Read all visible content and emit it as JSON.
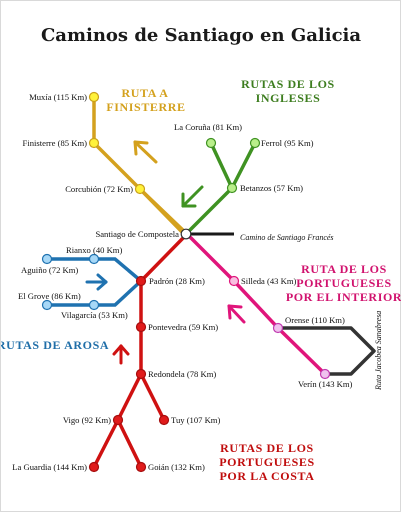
{
  "title": "Caminos de Santiago en Galicia",
  "colors": {
    "finisterre": "#d4a11e",
    "ingleses": "#3f9222",
    "interior": "#e0157b",
    "arosa": "#1f72b0",
    "costa": "#cf1111",
    "frances": "#1a1a1a",
    "sanabresa": "#333333",
    "finisterre_text": "#d4a11e",
    "ingleses_text": "#3d7d1f",
    "interior_text": "#d1126e",
    "arosa_text": "#1f6ea8",
    "costa_text": "#c00d0d"
  },
  "route_titles": {
    "finisterre": [
      "RUTA  A",
      "FINISTERRE"
    ],
    "ingleses": [
      "RUTAS  DE LOS",
      "INGLESES"
    ],
    "interior": [
      "RUTA  DE LOS",
      "PORTUGUESES",
      "POR EL INTERIOR"
    ],
    "arosa": [
      "RUTAS DE AROSA"
    ],
    "costa": [
      "RUTAS  DE LOS",
      "PORTUGUESES",
      "POR LA COSTA"
    ]
  },
  "labels": {
    "muxia": "Muxía (115 Km)",
    "finisterre": "Finisterre (85 Km)",
    "corcubion": "Corcubión (72 Km)",
    "santiago": "Santiago de Compostela",
    "frances": "Camino de Santiago Francés",
    "coruna": "La Coruña (81 Km)",
    "ferrol": "Ferrol (95 Km)",
    "betanzos": "Betanzos (57 Km)",
    "rianxo": "Rianxo (40 Km)",
    "aguino": "Aguiño (72 Km)",
    "padron": "Padrón (28 Km)",
    "elgrove": "El Grove (86 Km)",
    "vilagarcia": "Vilagarcía (53 Km)",
    "silleda": "Silleda (43 Km)",
    "orense": "Orense (110 Km)",
    "verin": "Verín (143 Km)",
    "sanabresa": "Ruta Jacobea Sanabresa",
    "pontevedra": "Pontevedra (59 Km)",
    "redondela": "Redondela (78 Km)",
    "vigo": "Vigo (92 Km)",
    "tuy": "Tuy (107 Km)",
    "guardia": "La Guardia (144 Km)",
    "goian": "Goián (132 Km)"
  }
}
